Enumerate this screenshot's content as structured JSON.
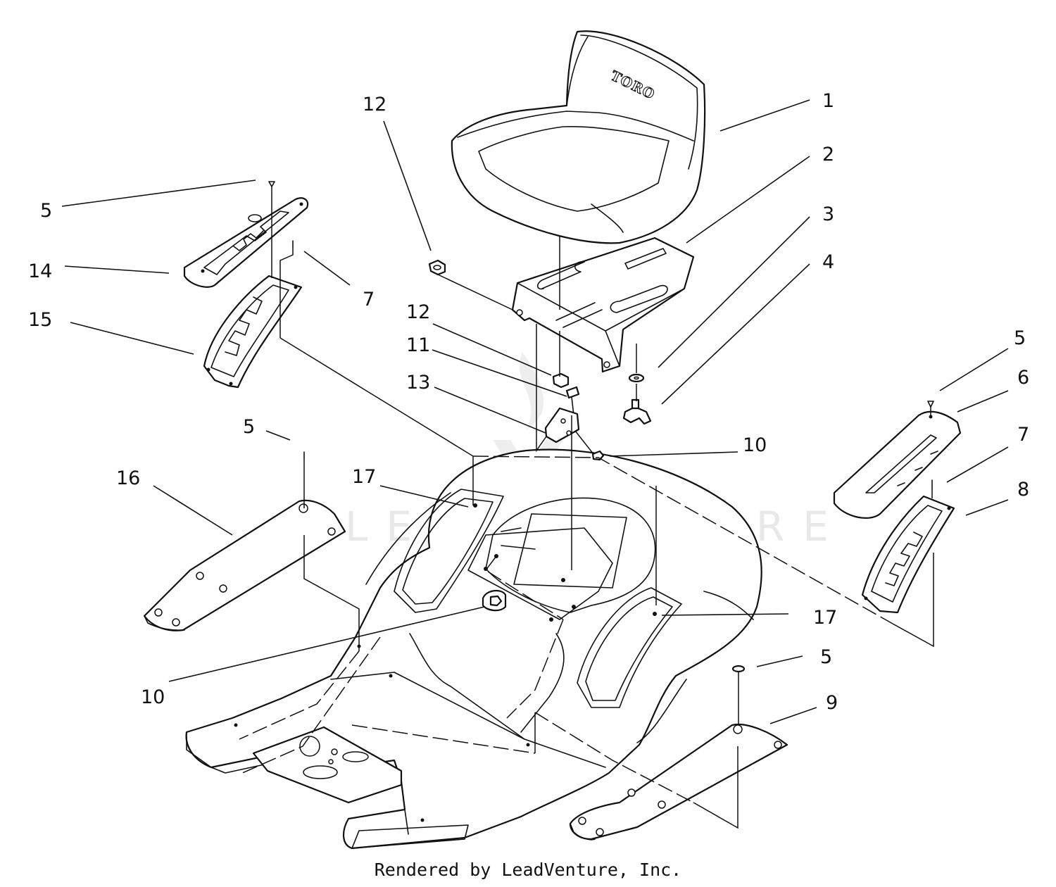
{
  "seat_logo": "TORO",
  "watermark": "LEADVENTURE",
  "footer": "Rendered by LeadVenture, Inc.",
  "callouts": [
    "1",
    "2",
    "3",
    "4",
    "5",
    "14",
    "7",
    "15",
    "12",
    "11",
    "13",
    "5",
    "6",
    "7",
    "8",
    "5",
    "16",
    "17",
    "10",
    "10",
    "17",
    "5",
    "9",
    "12"
  ]
}
